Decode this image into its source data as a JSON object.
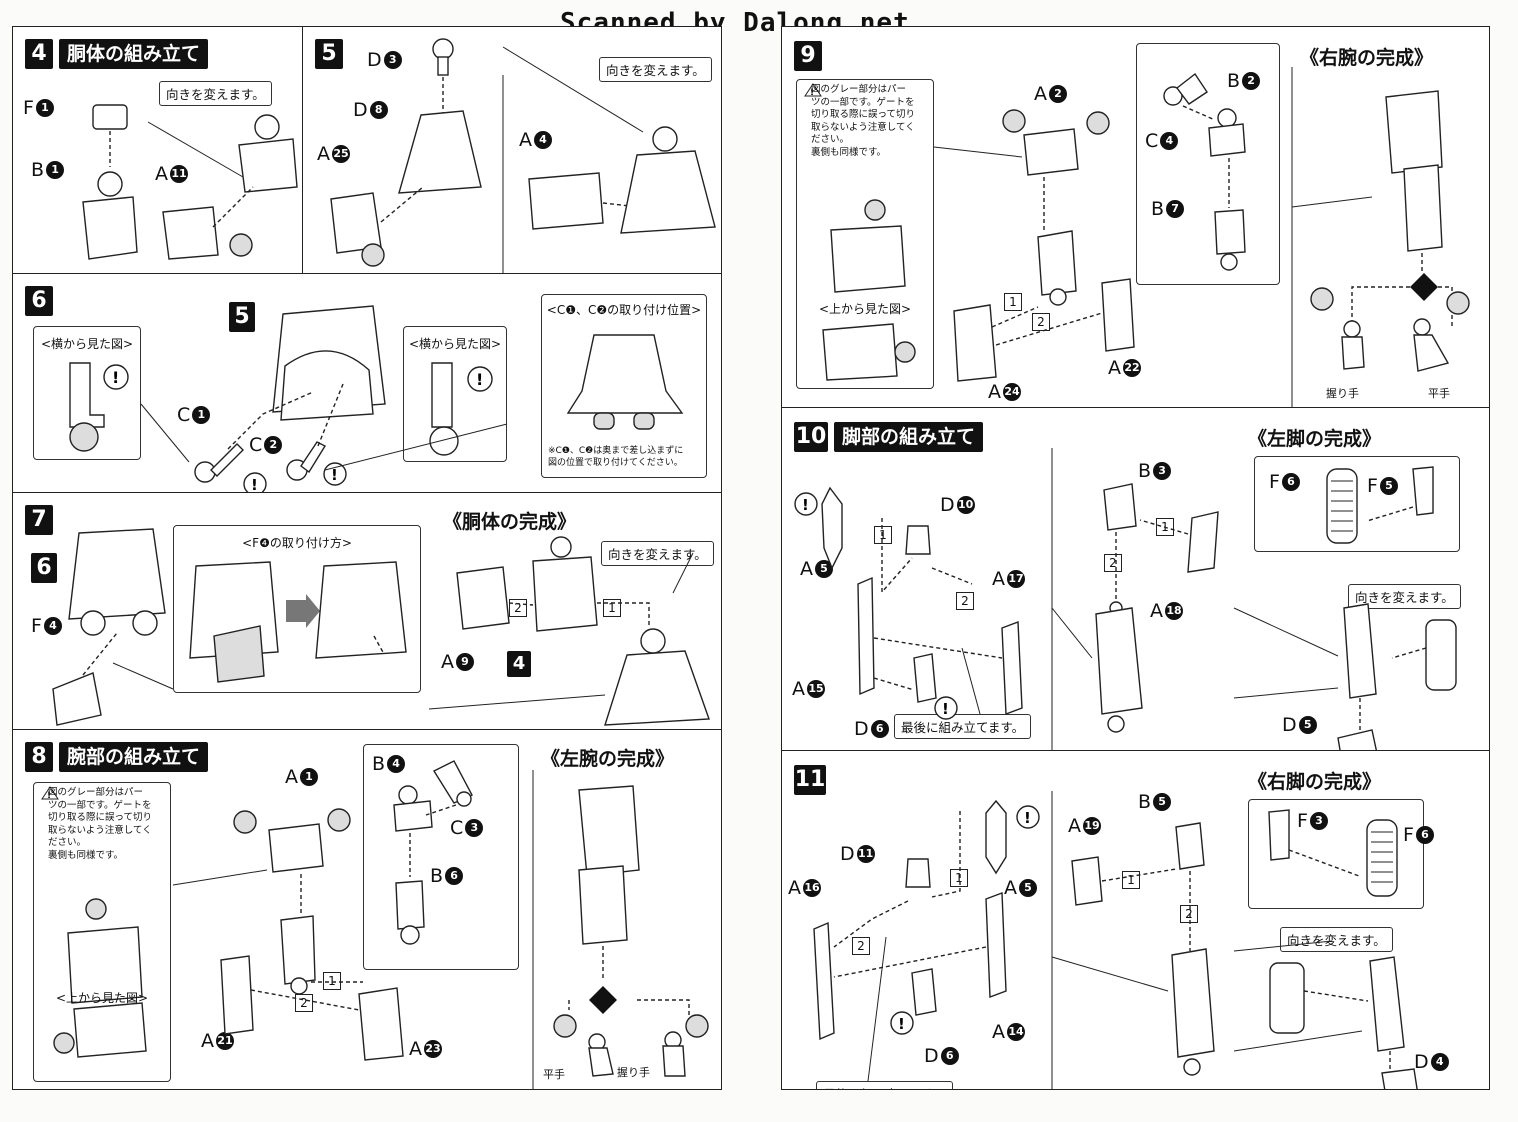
{
  "scan_credit": "Scanned by Dalong.net",
  "notes": {
    "turn": "向きを変えます。",
    "side_view": "<横から見た図>",
    "top_view": "<上から見た図>",
    "last_assembly": "最後に組み立てます。",
    "caution": "図のグレー部分はパー\nツの一部です。ゲートを\n切り取る際に誤って切り\n取らないよう注意してく\nださい。\n裏側も同様です。"
  },
  "steps": {
    "s4": {
      "num": "4",
      "title": "胴体の組み立て"
    },
    "s5": {
      "num": "5"
    },
    "s6": {
      "num": "6",
      "inset_title": "<C❶、C❷の取り付け位置>",
      "inset_note": "※C❶、C❷は奥まで差し込まずに\n図の位置で取り付けてください。"
    },
    "s7": {
      "num": "7",
      "inset_title": "<F❹の取り付け方>",
      "complete": "《胴体の完成》"
    },
    "s8": {
      "num": "8",
      "title": "腕部の組み立て",
      "complete": "《左腕の完成》"
    },
    "s9": {
      "num": "9",
      "complete": "《右腕の完成》"
    },
    "s10": {
      "num": "10",
      "title": "脚部の組み立て",
      "complete": "《左脚の完成》"
    },
    "s11": {
      "num": "11",
      "complete": "《右脚の完成》"
    }
  },
  "hands": {
    "open": "平手",
    "grip": "握り手"
  },
  "parts": {
    "F": "F",
    "B": "B",
    "A": "A",
    "D": "D",
    "C": "C",
    "n1": "1",
    "n2": "2",
    "n3": "3",
    "n4": "4",
    "n5": "5",
    "n6": "6",
    "n7": "7",
    "n8": "8",
    "n11": "11",
    "n14": "14",
    "n15": "15",
    "n16": "16",
    "n17": "17",
    "n18": "18",
    "n19": "19",
    "n21": "21",
    "n22": "22",
    "n23": "23",
    "n24": "24",
    "n25": "25"
  }
}
